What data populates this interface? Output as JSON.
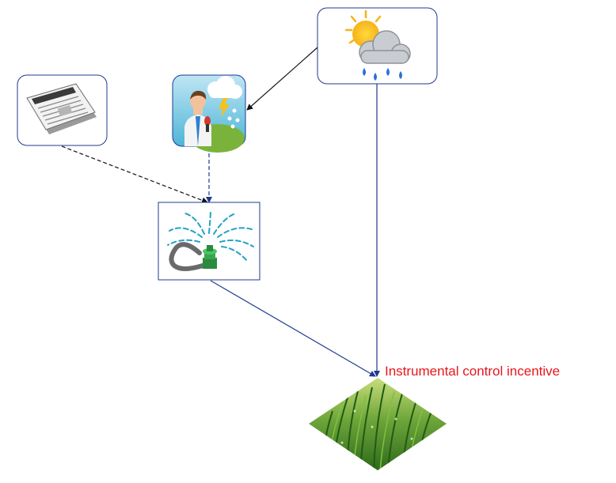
{
  "diagram": {
    "annotation": {
      "text": "Instrumental control incentive",
      "color": "#e8161b"
    },
    "nodes": [
      {
        "id": "weather",
        "icon": "weather-icon"
      },
      {
        "id": "forecaster",
        "icon": "weather-forecaster-icon"
      },
      {
        "id": "newspaper",
        "icon": "newspaper-icon"
      },
      {
        "id": "sprinkler",
        "icon": "sprinkler-icon"
      },
      {
        "id": "grass",
        "icon": "grass-icon"
      }
    ],
    "edges": [
      {
        "from": "weather",
        "to": "forecaster",
        "style": "solid"
      },
      {
        "from": "weather",
        "to": "grass",
        "style": "solid"
      },
      {
        "from": "newspaper",
        "to": "sprinkler",
        "style": "dashed"
      },
      {
        "from": "forecaster",
        "to": "sprinkler",
        "style": "dashed"
      },
      {
        "from": "sprinkler",
        "to": "grass",
        "style": "solid"
      }
    ],
    "colors": {
      "node_border": "#1f3a8f",
      "edge": "#1f3a8f",
      "edge_dark": "#111111"
    }
  }
}
